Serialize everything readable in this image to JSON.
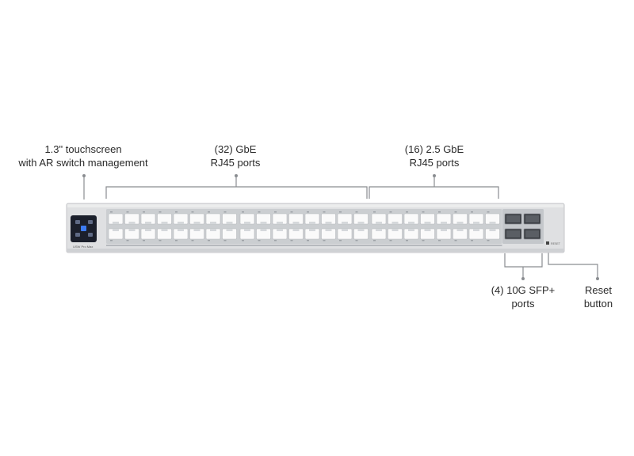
{
  "callouts": {
    "touchscreen": {
      "line1": "1.3\" touchscreen",
      "line2": "with AR switch management"
    },
    "gbe_ports": {
      "line1": "(32) GbE",
      "line2": "RJ45 ports"
    },
    "ports_2_5g": {
      "line1": "(16) 2.5 GbE",
      "line2": "RJ45 ports"
    },
    "sfp_ports": {
      "line1": "(4) 10G SFP+",
      "line2": "ports"
    },
    "reset": {
      "line1": "Reset",
      "line2": "button"
    }
  },
  "device": {
    "model_label": "USW Pro Max",
    "reset_label": "RESET",
    "colors": {
      "chassis": "#dfe0e2",
      "chassis_edge": "#c4c6c9",
      "port": "#fafafa",
      "port_frame": "#b9bcc0",
      "screen": "#1b1f2b",
      "callout_line": "#8a8d91"
    },
    "rj45_groups": [
      {
        "name": "gbe-group-1",
        "count": 16
      },
      {
        "name": "gbe-group-2",
        "count": 16
      },
      {
        "name": "2-5gbe-group",
        "count": 16
      }
    ],
    "sfp_count": 4
  }
}
